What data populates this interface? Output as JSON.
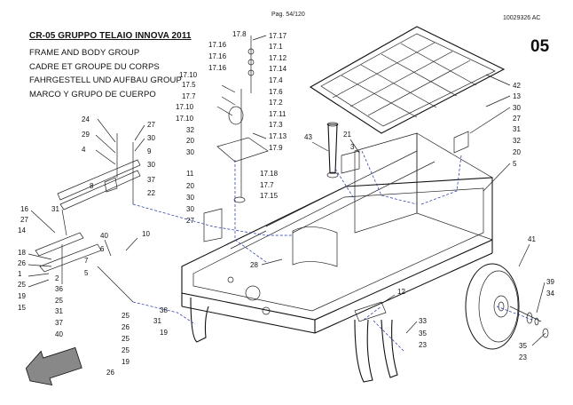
{
  "header": {
    "page_label": "Pag. 54/120",
    "doc_code": "10029326 AC"
  },
  "title": {
    "main": "CR-05 GRUPPO TELAIO INNOVA 2011",
    "en": "FRAME AND BODY GROUP",
    "fr": "CADRE ET GROUPE DU CORPS",
    "de": "FAHRGESTELL UND AUFBAU GROUP",
    "es": "MARCO Y GRUPO DE CUERPO"
  },
  "section_number": "05",
  "callouts": [
    "17.8",
    "17.16",
    "17.16",
    "17.16",
    "17.10",
    "17.5",
    "17.7",
    "17.10",
    "17.10",
    "17.17",
    "17.1",
    "17.12",
    "17.14",
    "17.4",
    "17.6",
    "17.2",
    "17.11",
    "17.3",
    "17.13",
    "17.9",
    "17.18",
    "17.7",
    "17.15",
    "32",
    "20",
    "30",
    "11",
    "20",
    "30",
    "30",
    "27",
    "24",
    "29",
    "4",
    "8",
    "27",
    "30",
    "9",
    "30",
    "37",
    "22",
    "16",
    "27",
    "31",
    "14",
    "18",
    "26",
    "1",
    "25",
    "19",
    "15",
    "2",
    "36",
    "25",
    "31",
    "37",
    "40",
    "40",
    "6",
    "7",
    "10",
    "5",
    "25",
    "25",
    "26",
    "25",
    "19",
    "26",
    "38",
    "31",
    "19",
    "28",
    "43",
    "21",
    "3",
    "12",
    "33",
    "35",
    "23",
    "42",
    "13",
    "30",
    "27",
    "31",
    "32",
    "20",
    "5",
    "41",
    "39",
    "34",
    "35",
    "23"
  ],
  "colors": {
    "line": "#111111",
    "dashed_leader": "#1a2fa8",
    "arrow_fill": "#888888"
  }
}
